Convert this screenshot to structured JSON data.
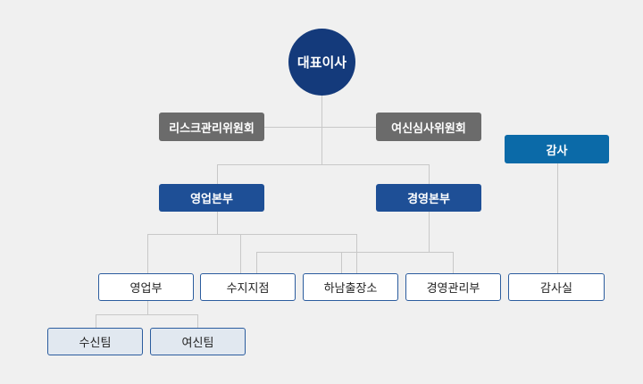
{
  "org": {
    "ceo": "대표이사",
    "committees": {
      "risk": "리스크관리위원회",
      "credit": "여신심사위원회"
    },
    "audit": "감사",
    "hq": {
      "sales": "영업본부",
      "management": "경영본부"
    },
    "departments": {
      "sales_dept": "영업부",
      "suji_branch": "수지지점",
      "hanam_office": "하남출장소",
      "management_dept": "경영관리부",
      "audit_office": "감사실"
    },
    "teams": {
      "deposit": "수신팀",
      "loan": "여신팀"
    }
  },
  "colors": {
    "ceo": "#143a7b",
    "committee": "#6b6b6b",
    "headquarters": "#1e4f96",
    "audit": "#0b6aa8",
    "department_border": "#2b5c9e",
    "team_fill": "#e1e8f0",
    "connector": "#c8c8c8"
  }
}
